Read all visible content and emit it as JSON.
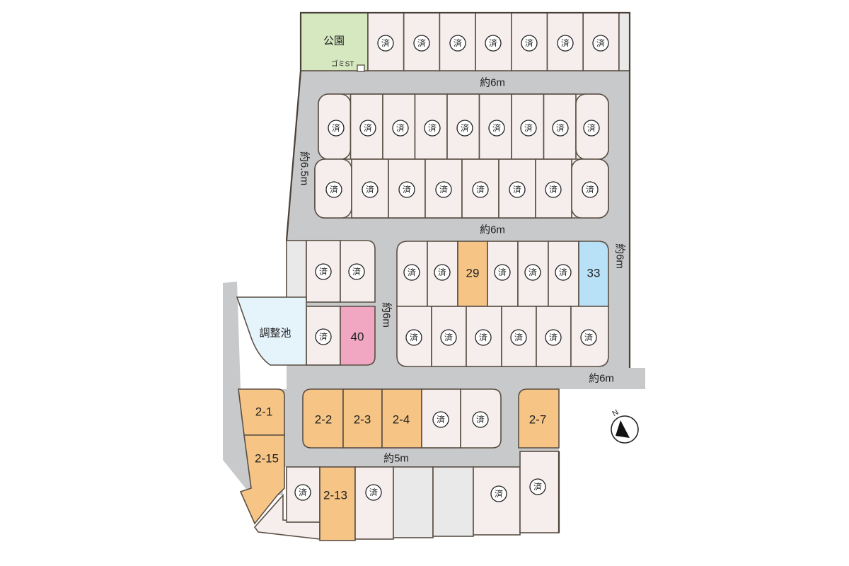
{
  "sold_mark": "済",
  "colors": {
    "sold": "#f6eeec",
    "available": "#f6c585",
    "pink": "#f1a7c2",
    "blue": "#b8e0f6",
    "road": "#c8c9ca",
    "park": "#d6e8bf",
    "pond": "#e5f3fb"
  },
  "features": {
    "park": "公園",
    "garbage": "ゴミST",
    "pond": "調整池"
  },
  "roads": {
    "r1": "約6m",
    "r2": "約6.5m",
    "r3": "約6m",
    "r4": "約6m",
    "r5": "約6m",
    "r6": "約6m",
    "r7": "約5m"
  },
  "lots": {
    "l29": "29",
    "l33": "33",
    "l40": "40",
    "l2_1": "2-1",
    "l2_2": "2-2",
    "l2_3": "2-3",
    "l2_4": "2-4",
    "l2_7": "2-7",
    "l2_13": "2-13",
    "l2_15": "2-15"
  },
  "compass": {
    "label": "N",
    "icon": "north-arrow-icon"
  }
}
